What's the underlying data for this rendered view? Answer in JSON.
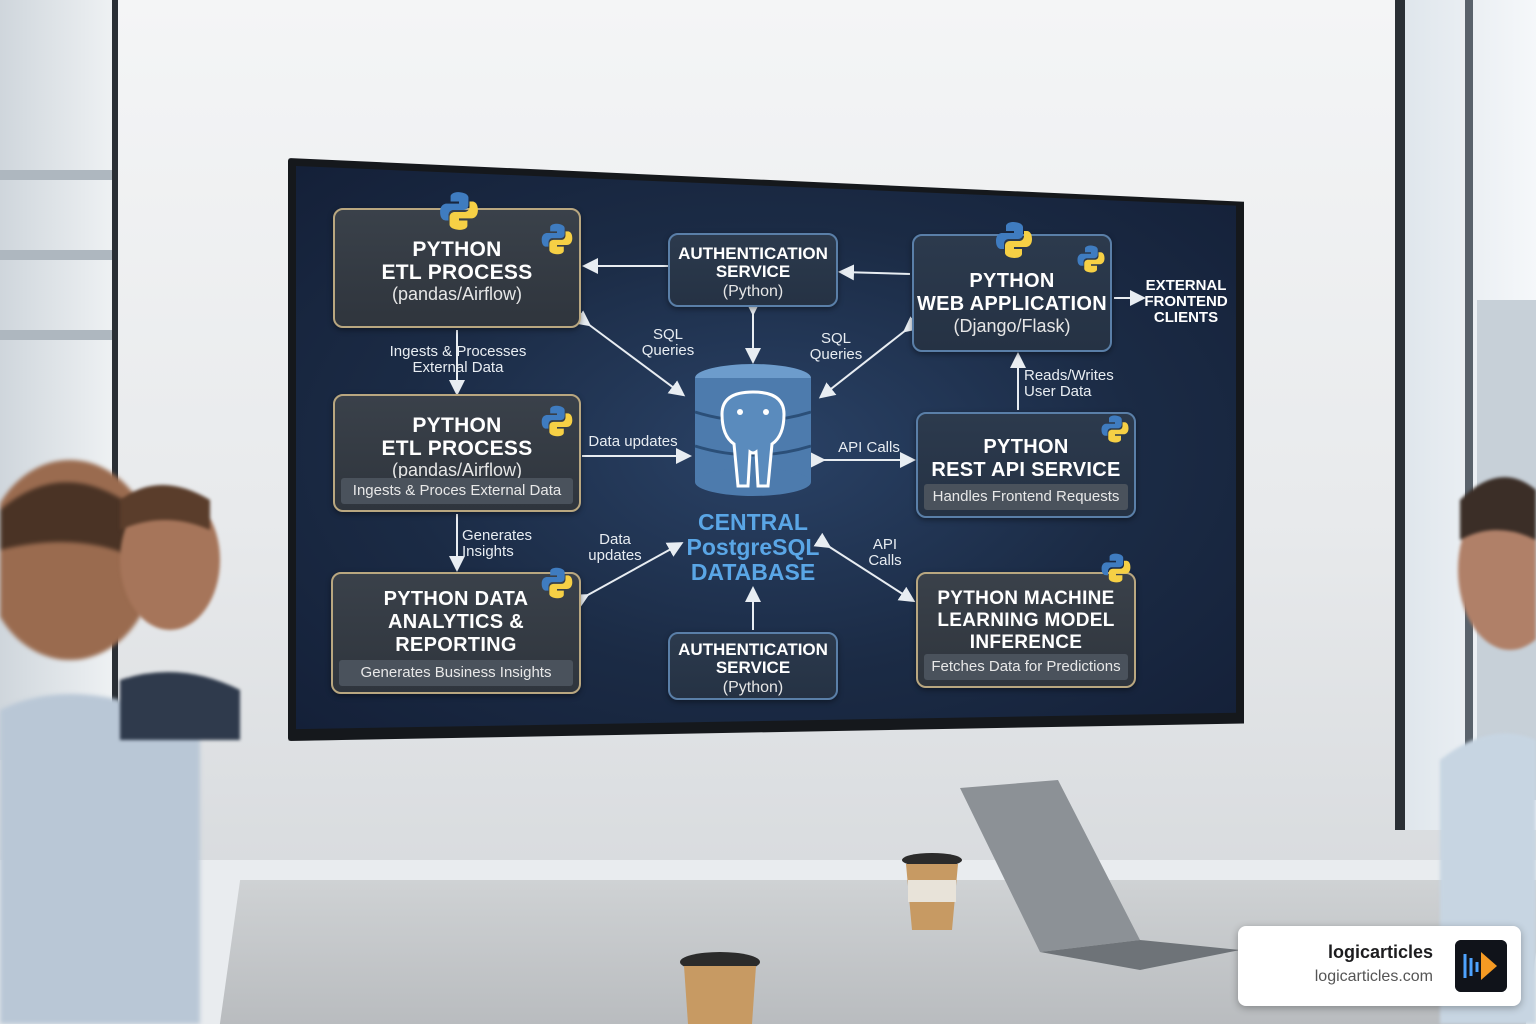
{
  "diagram": {
    "etl_top": {
      "title_line1": "PYTHON",
      "title_line2": "ETL PROCESS",
      "subtitle": "(pandas/Airflow)"
    },
    "auth_top": {
      "title_line1": "AUTHENTICATION",
      "title_line2": "SERVICE",
      "subtitle": "(Python)"
    },
    "web_app": {
      "title_line1": "PYTHON",
      "title_line2": "WEB APPLICATION",
      "subtitle": "(Django/Flask)"
    },
    "external": {
      "line1": "EXTERNAL",
      "line2": "FRONTEND",
      "line3": "CLIENTS"
    },
    "etl_mid": {
      "title_line1": "PYTHON",
      "title_line2": "ETL PROCESS",
      "subtitle": "(pandas/Airflow)",
      "footer": "Ingests & Proces External Data"
    },
    "rest_api": {
      "title_line1": "PYTHON",
      "title_line2": "REST API SERVICE",
      "footer": "Handles Frontend Requests"
    },
    "analytics": {
      "title_line1": "PYTHON DATA",
      "title_line2": "ANALYTICS &",
      "title_line3": "REPORTING",
      "footer": "Generates Business Insights"
    },
    "auth_bottom": {
      "title_line1": "AUTHENTICATION",
      "title_line2": "SERVICE",
      "subtitle": "(Python)"
    },
    "ml": {
      "title_line1": "PYTHON MACHINE",
      "title_line2": "LEARNING MODEL",
      "title_line3": "INFERENCE",
      "footer": "Fetches Data for Predictions"
    },
    "database": {
      "line1": "CENTRAL",
      "line2": "PostgreSQL",
      "line3": "DATABASE"
    },
    "edges": {
      "ingests_line1": "Ingests & Processes",
      "ingests_line2": "External Data",
      "sql_left_1": "SQL",
      "sql_left_2": "Queries",
      "sql_right_1": "SQL",
      "sql_right_2": "Queries",
      "reads_writes_1": "Reads/Writes",
      "reads_writes_2": "User Data",
      "data_updates_mid": "Data updates",
      "api_calls_mid": "API Calls",
      "generates_1": "Generates",
      "generates_2": "Insights",
      "data_updates_low_1": "Data",
      "data_updates_low_2": "updates",
      "api_calls_low_1": "API",
      "api_calls_low_2": "Calls"
    }
  },
  "watermark": {
    "name": "logicarticles",
    "url": "logicarticles.com"
  },
  "colors": {
    "screen_bg": "#1b2b45",
    "accent_db": "#5aa6e6",
    "node_border": "#b9a780",
    "python_blue": "#3f7cc0",
    "python_yellow": "#f6d045"
  },
  "icons": [
    "python-logo-icon",
    "postgresql-elephant-icon",
    "logicarticles-logo-icon"
  ]
}
